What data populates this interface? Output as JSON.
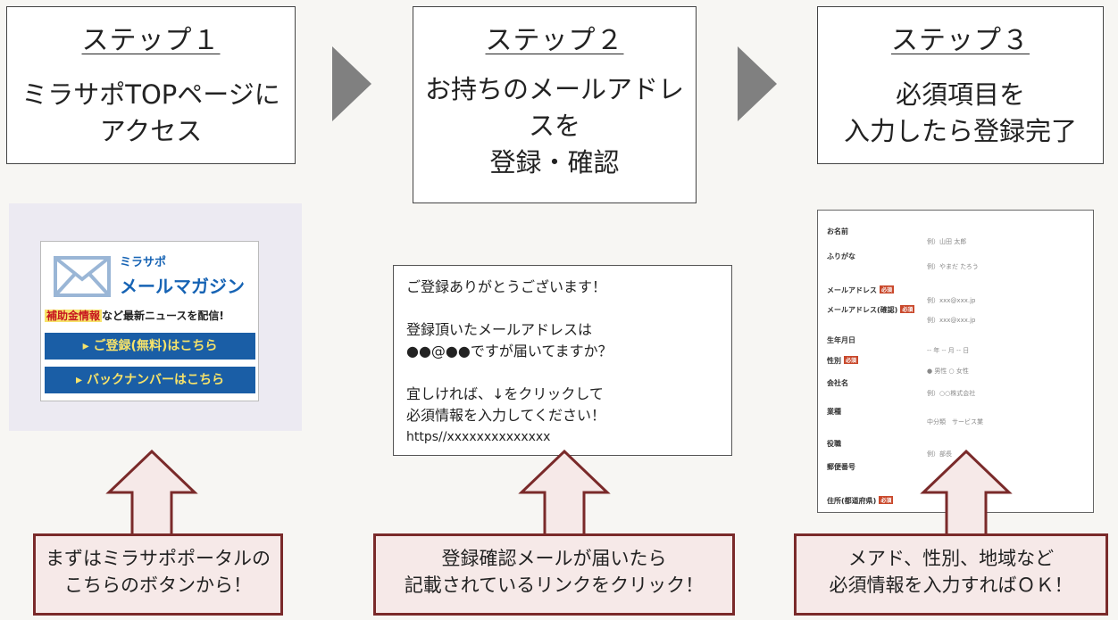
{
  "steps": [
    {
      "title": "ステップ１",
      "body": [
        "ミラサポTOPページに",
        "アクセス"
      ]
    },
    {
      "title": "ステップ２",
      "body": [
        "お持ちのメールアドレ",
        "スを",
        "登録・確認"
      ]
    },
    {
      "title": "ステップ３",
      "body": [
        "必須項目を",
        "入力したら登録完了"
      ]
    }
  ],
  "banner": {
    "brand": "ミラサポ",
    "title": "メールマガジン",
    "sub_highlight": "補助金情報",
    "sub_rest": "など最新ニュースを配信!",
    "button1": "▸ ご登録(無料)はこちら",
    "button2": "▸ バックナンバーはこちら",
    "icon": "envelope-icon"
  },
  "email": {
    "line1": "ご登録ありがとうございます！",
    "line2": "登録頂いたメールアドレスは",
    "line3": "●●@●●ですが届いてますか？",
    "line4": "宜しければ、↓をクリックして",
    "line5": "必須情報を入力してください！",
    "url": "https//xxxxxxxxxxxxxx"
  },
  "form": {
    "required_badge": "必須",
    "fields": [
      {
        "label": "お名前",
        "value": "例）山田 太郎",
        "required": false
      },
      {
        "label": "ふりがな",
        "value": "例）やまだ たろう",
        "required": false
      },
      {
        "label": "メールアドレス",
        "value": "例）xxx@xxx.jp",
        "required": true
      },
      {
        "label": "メールアドレス(確認)",
        "value": "例）xxx@xxx.jp",
        "required": true
      },
      {
        "label": "生年月日",
        "value": "-- 年 -- 月 -- 日",
        "required": false
      },
      {
        "label": "性別",
        "value": "● 男性 ○ 女性",
        "required": true
      },
      {
        "label": "会社名",
        "value": "例）○○株式会社",
        "required": false
      },
      {
        "label": "業種",
        "value": "中分類　サービス業",
        "required": false
      },
      {
        "label": "役職",
        "value": "例）部長",
        "required": false
      },
      {
        "label": "郵便番号",
        "value": "",
        "required": false
      },
      {
        "label": "住所(都道府県)",
        "value": "",
        "required": true
      }
    ]
  },
  "callouts": [
    [
      "まずはミラサポポータルの",
      "こちらのボタンから！"
    ],
    [
      "登録確認メールが届いたら",
      "記載されているリンクをクリック！"
    ],
    [
      "メアド、性別、地域など",
      "必須情報を入力すればＯＫ！"
    ]
  ],
  "colors": {
    "arrow": "#808080",
    "callout_border": "#7a2a2a",
    "callout_fill": "#f6e9e8",
    "banner_blue": "#1a5ea6"
  }
}
